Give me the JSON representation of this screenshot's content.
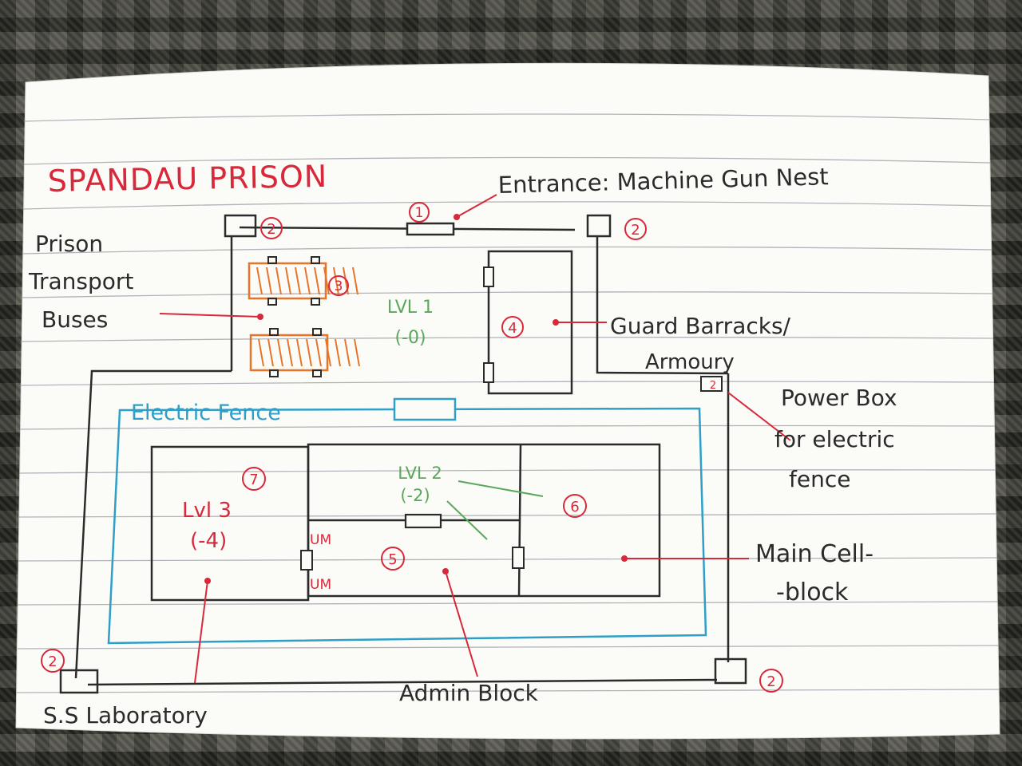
{
  "title": "SPANDAU PRISON",
  "labels": {
    "entrance": "Entrance: Machine Gun Nest",
    "buses": [
      "Prison",
      "Transport",
      "Buses"
    ],
    "barracks": [
      "Guard Barracks/",
      "Armoury"
    ],
    "power_box": [
      "Power Box",
      "for electric",
      "fence"
    ],
    "main_cellblock": [
      "Main Cell-",
      "-block"
    ],
    "admin_block": "Admin Block",
    "laboratory": "S.S Laboratory",
    "electric_fence": "Electric Fence"
  },
  "levels": {
    "lvl1": [
      "LVL 1",
      "(-0)"
    ],
    "lvl2": [
      "LVL 2",
      "(-2)"
    ],
    "lvl3": [
      "Lvl 3",
      "(-4)"
    ]
  },
  "markers": {
    "entrance": "1",
    "tower": "2",
    "buses": "3",
    "barracks": "4",
    "admin": "5",
    "cellblock": "6",
    "lab": "7"
  },
  "door_labels": {
    "upper": "UM",
    "lower": "UM"
  },
  "colors": {
    "red": "#d8283a",
    "green": "#5aa85a",
    "blue": "#2f9fc8",
    "orange": "#e8742a",
    "ink": "#2b2b2b",
    "card": "#fbfbf8",
    "rule": "#9a9aa4"
  }
}
